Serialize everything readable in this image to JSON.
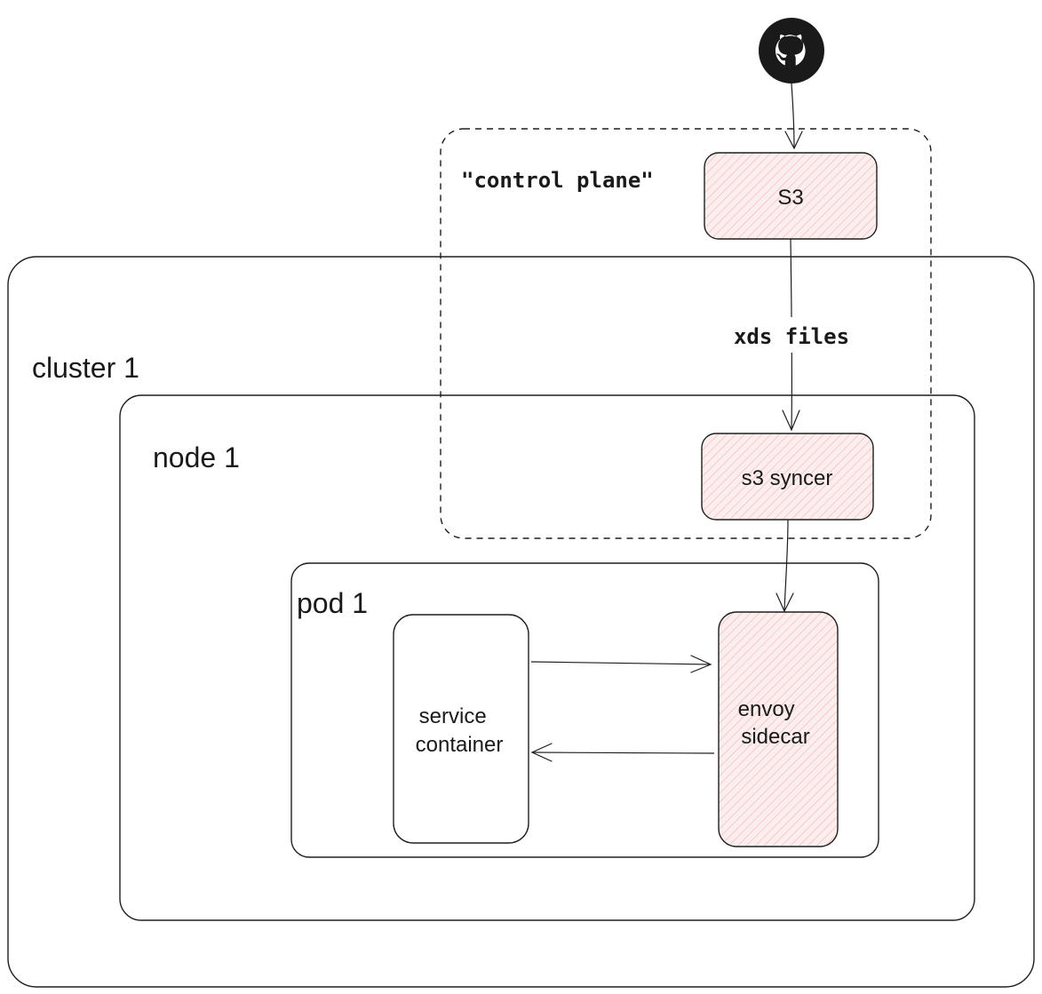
{
  "diagram": {
    "control_plane": {
      "label": "\"control plane\""
    },
    "cluster": {
      "label": "cluster 1"
    },
    "node": {
      "label": "node 1"
    },
    "pod": {
      "label": "pod 1"
    },
    "nodes": {
      "s3": {
        "label": "S3"
      },
      "s3_syncer": {
        "label": "s3 syncer"
      },
      "service_container": {
        "line1": "service",
        "line2": "container"
      },
      "envoy_sidecar": {
        "line1": "envoy",
        "line2": "sidecar"
      }
    },
    "edges": {
      "s3_to_syncer": {
        "label": "xds files"
      }
    },
    "icons": {
      "source": "github-icon"
    },
    "colors": {
      "highlight_fill": "#fdeaea",
      "highlight_hatch": "#f2b8b8",
      "stroke": "#1e1e1e"
    }
  }
}
